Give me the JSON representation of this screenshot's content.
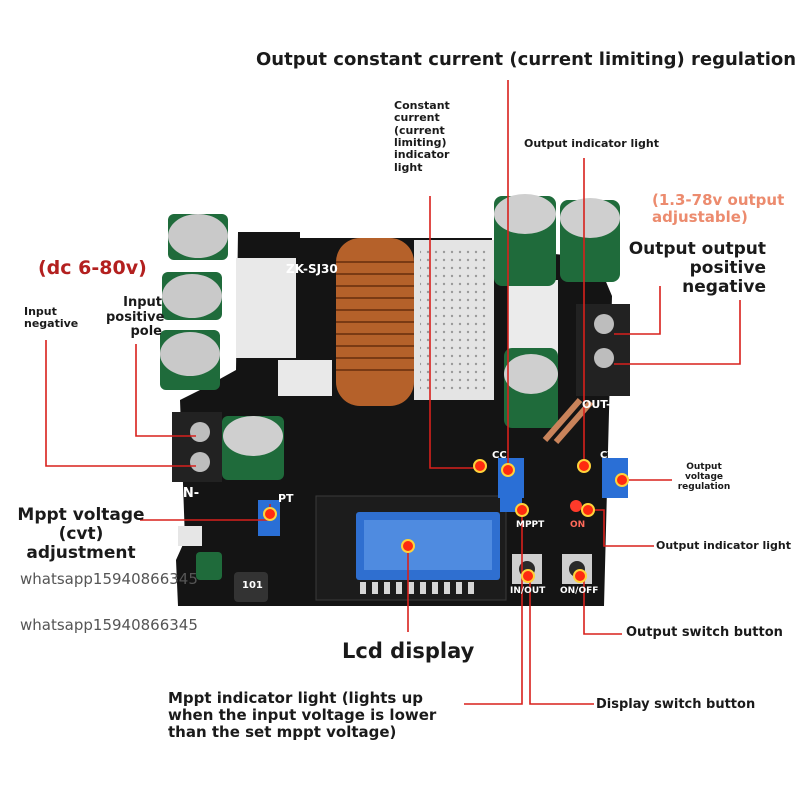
{
  "colors": {
    "board": "#141414",
    "silk": "#f0f0f0",
    "leader": "#d8201c",
    "dot": "#ff2a10",
    "dot_glow": "#ffd23a",
    "cap_green": "#1f6b3b",
    "coil": "#b5612a",
    "lcd": "#2f6fd0",
    "pot": "#2a6fd6"
  },
  "labels": {
    "output_cc_regulation": "Output constant current (current limiting) regulation",
    "cc_indicator_light": "Constant current (current limiting) indicator light",
    "output_indicator_top": "Output indicator light",
    "output_range": "(1.3-78v output adjustable)",
    "output_terminals": "Output output positive negative",
    "input_range": "(dc 6-80v)",
    "input_negative": "Input negative",
    "input_positive": "Input positive pole",
    "mppt_adjust": "Mppt voltage (cvt) adjustment",
    "output_voltage_regulation": "Output voltage regulation",
    "output_indicator_bottom": "Output indicator light",
    "output_switch_button": "Output switch button",
    "lcd_display": "Lcd display",
    "display_switch_button": "Display switch button",
    "mppt_indicator": "Mppt indicator light (lights up when the input voltage is lower than the set mppt voltage)"
  },
  "watermarks": [
    "whatsapp15940866345",
    "whatsapp15940866345"
  ],
  "silkscreen": {
    "model": "ZK-SJ30",
    "in_minus": "IN-",
    "out_minus": "OUT-",
    "cc": "CC",
    "cv": "CV",
    "mppt": "MPPT",
    "on": "ON",
    "in_out": "IN/OUT",
    "on_off": "ON/OFF",
    "inductor_marking": "101",
    "pt": "PT"
  }
}
